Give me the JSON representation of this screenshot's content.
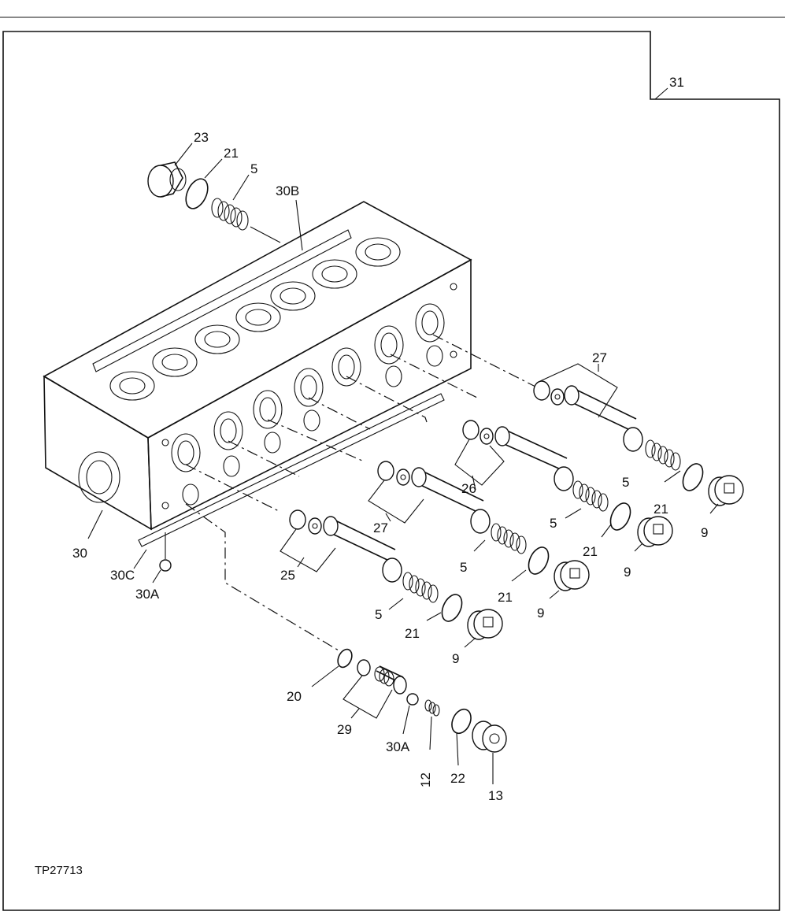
{
  "drawing_id": "TP27713",
  "callouts": {
    "c31": "31",
    "c23": "23",
    "c21a": "21",
    "c5a": "5",
    "c30b": "30B",
    "c27a": "27",
    "c5b": "5",
    "c21b": "21",
    "c9a": "9",
    "c26": "26",
    "c5c": "5",
    "c21c": "21",
    "c9b": "9",
    "c27b": "27",
    "c5d": "5",
    "c21d": "21",
    "c9c": "9",
    "c30": "30",
    "c30c": "30C",
    "c30a1": "30A",
    "c25": "25",
    "c5e": "5",
    "c21e": "21",
    "c9d": "9",
    "c20": "20",
    "c29": "29",
    "c30a2": "30A",
    "c12": "12",
    "c22": "22",
    "c13": "13"
  }
}
